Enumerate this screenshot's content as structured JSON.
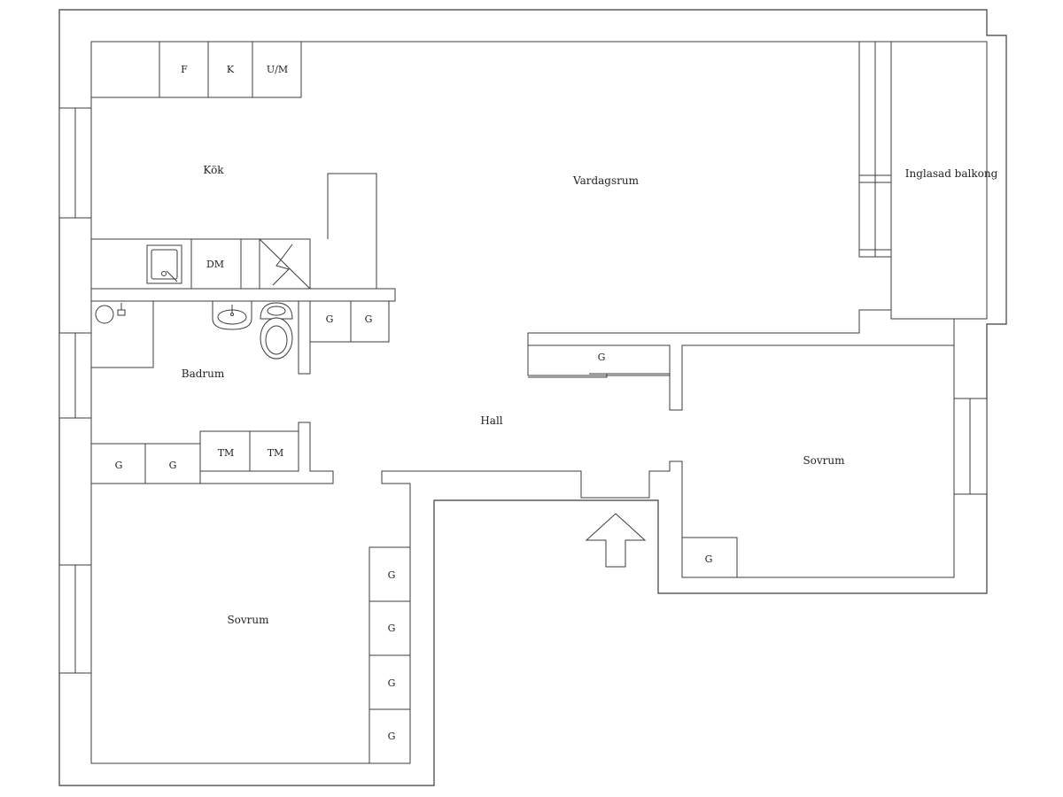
{
  "rooms": {
    "kitchen": "Kök",
    "living": "Vardagsrum",
    "balcony": "Inglasad balkong",
    "bathroom": "Badrum",
    "hall": "Hall",
    "bedroom_right": "Sovrum",
    "bedroom_left": "Sovrum"
  },
  "fixtures": {
    "fridge": "F",
    "freezer": "K",
    "microwave": "U/M",
    "dishwasher": "DM",
    "bath_wardrobe_1": "G",
    "bath_wardrobe_2": "G",
    "hall_wardrobe": "G",
    "left_wardrobe_1": "G",
    "left_wardrobe_2": "G",
    "dryer_1": "TM",
    "dryer_2": "TM",
    "right_bedroom_wardrobe": "G",
    "column_wardrobes": [
      "G",
      "G",
      "G",
      "G"
    ]
  },
  "entrance": "entrance-arrow-icon"
}
